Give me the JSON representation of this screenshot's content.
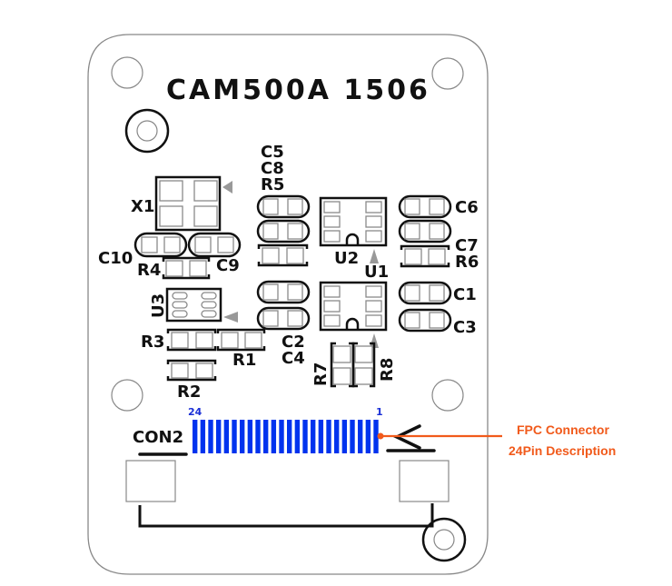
{
  "board": {
    "title": "CAM500A 1506",
    "colors": {
      "pin": "#0033ee",
      "pin_label": "#1a2fd6",
      "callout": "#f15a1b",
      "silk": "#111111",
      "outline": "#888888"
    }
  },
  "components": {
    "x1": "X1",
    "c10": "C10",
    "c9": "C9",
    "r4": "R4",
    "c5": "C5",
    "c8": "C8",
    "r5": "R5",
    "u2": "U2",
    "u1": "U1",
    "c6": "C6",
    "c7": "C7",
    "r6": "R6",
    "c1": "C1",
    "c3": "C3",
    "u3": "U3",
    "r3": "R3",
    "r1": "R1",
    "r2": "R2",
    "c2": "C2",
    "c4": "C4",
    "r7": "R7",
    "r8": "R8"
  },
  "connector": {
    "label": "CON2",
    "pin_count": 24,
    "first_pin_label": "1",
    "last_pin_label": "24"
  },
  "callout": {
    "line1": "FPC Connector",
    "line2": "24Pin Description"
  }
}
